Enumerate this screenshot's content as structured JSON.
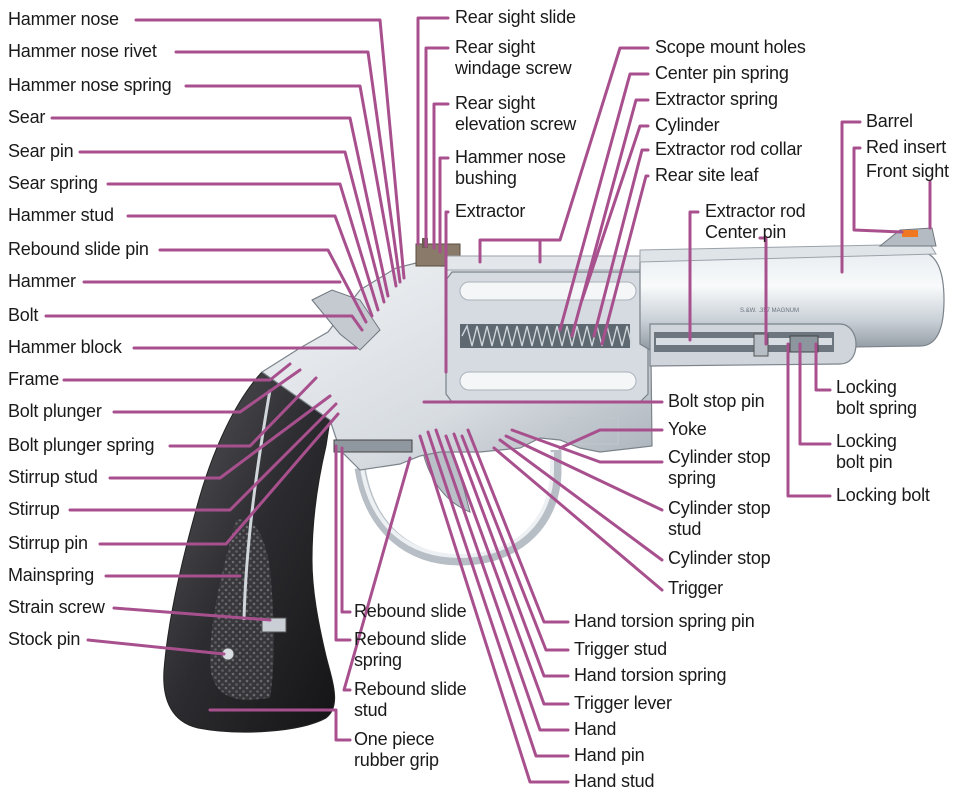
{
  "palette": {
    "leader": "#a8508e",
    "text": "#1a1a1a",
    "background": "#ffffff",
    "sight_insert": "#f07820"
  },
  "labels": {
    "hammer_nose": "Hammer nose",
    "hammer_nose_rivet": "Hammer nose rivet",
    "hammer_nose_spring": "Hammer nose spring",
    "sear": "Sear",
    "sear_pin": "Sear pin",
    "sear_spring": "Sear spring",
    "hammer_stud": "Hammer stud",
    "rebound_slide_pin": "Rebound slide pin",
    "hammer": "Hammer",
    "bolt": "Bolt",
    "hammer_block": "Hammer block",
    "frame": "Frame",
    "bolt_plunger": "Bolt plunger",
    "bolt_plunger_spring": "Bolt plunger spring",
    "stirrup_stud": "Stirrup stud",
    "stirrup": "Stirrup",
    "stirrup_pin": "Stirrup pin",
    "mainspring": "Mainspring",
    "strain_screw": "Strain screw",
    "stock_pin": "Stock pin",
    "rear_sight_slide": "Rear sight slide",
    "rear_sight_windage_screw": "Rear sight\nwindage screw",
    "rear_sight_elevation_screw": "Rear sight\nelevation screw",
    "hammer_nose_bushing": "Hammer nose\nbushing",
    "extractor": "Extractor",
    "scope_mount_holes": "Scope mount holes",
    "center_pin_spring": "Center pin spring",
    "extractor_spring": "Extractor spring",
    "cylinder": "Cylinder",
    "extractor_rod_collar": "Extractor rod collar",
    "rear_site_leaf": "Rear site leaf",
    "extractor_rod_center_pin": "Extractor rod\nCenter pin",
    "barrel": "Barrel",
    "red_insert": "Red insert",
    "front_sight": "Front sight",
    "bolt_stop_pin": "Bolt stop pin",
    "yoke": "Yoke",
    "cylinder_stop_spring": "Cylinder stop\nspring",
    "cylinder_stop_stud": "Cylinder stop\nstud",
    "cylinder_stop": "Cylinder stop",
    "trigger": "Trigger",
    "locking_bolt_spring": "Locking\nbolt spring",
    "locking_bolt_pin": "Locking\nbolt pin",
    "locking_bolt": "Locking bolt",
    "rebound_slide": "Rebound slide",
    "rebound_slide_spring": "Rebound slide\nspring",
    "rebound_slide_stud": "Rebound slide\nstud",
    "one_piece_rubber_grip": "One piece\nrubber grip",
    "hand_torsion_spring_pin": "Hand torsion spring pin",
    "trigger_stud": "Trigger stud",
    "hand_torsion_spring": "Hand torsion spring",
    "trigger_lever": "Trigger lever",
    "hand": "Hand",
    "hand_pin": "Hand pin",
    "hand_stud": "Hand stud"
  }
}
